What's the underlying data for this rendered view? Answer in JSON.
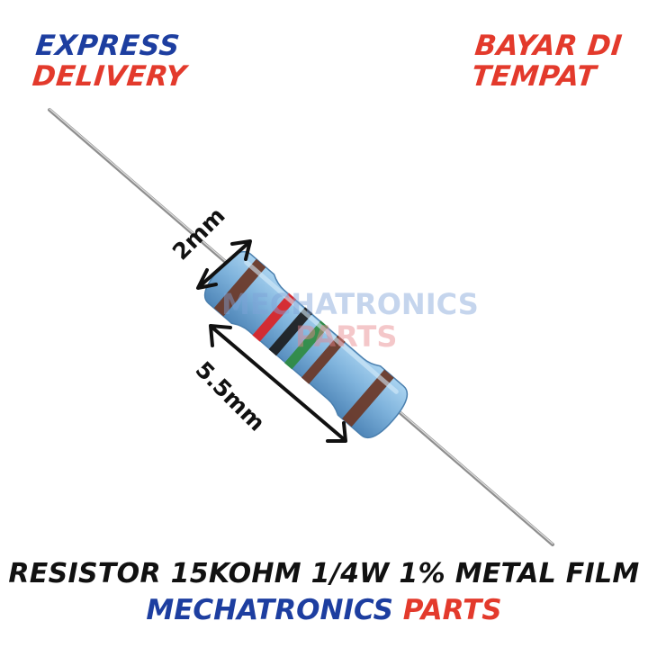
{
  "badges": {
    "left_line1": "EXPRESS",
    "left_line2": "DELIVERY",
    "right_line1": "BAYAR DI",
    "right_line2": "TEMPAT"
  },
  "watermark": {
    "line1": "MECHATRONICS",
    "line2": "PARTS"
  },
  "dimensions": {
    "width_label": "2mm",
    "length_label": "5.5mm"
  },
  "product": {
    "title": "RESISTOR 15KOHM 1/4W 1% METAL FILM",
    "brand_part1": "MECHATRONICS",
    "brand_part2": "PARTS"
  },
  "colors": {
    "blue": "#1d3ea0",
    "red": "#e33a2c",
    "resistor_body": "#7fb3dc",
    "band_brown": "#6b3a2a",
    "band_green": "#2e8b3e",
    "band_red": "#d8262a",
    "band_black": "#1a1a1a"
  },
  "icons": [
    "resistor-icon",
    "double-arrow-icon"
  ]
}
